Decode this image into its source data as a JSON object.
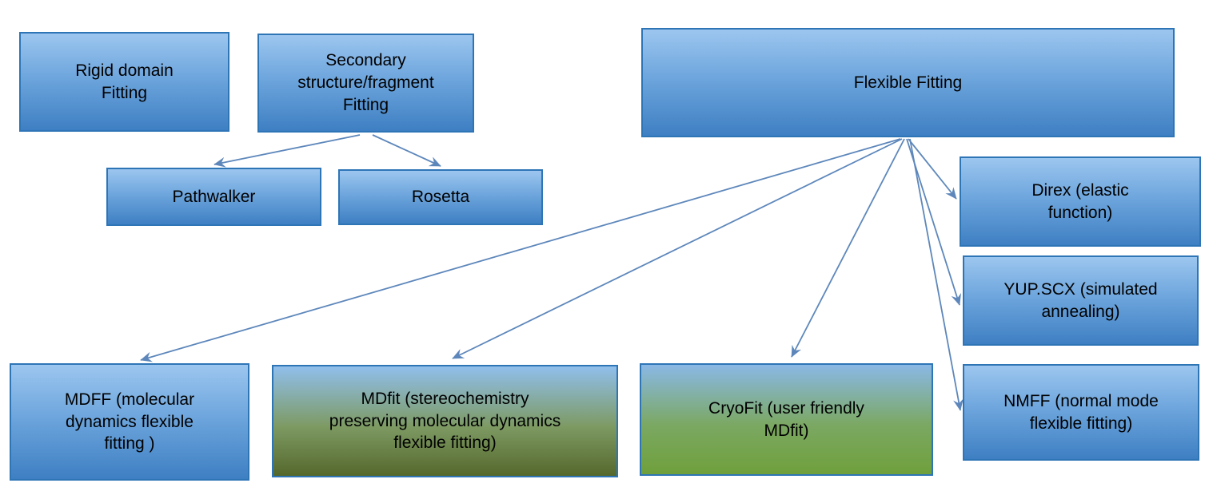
{
  "diagram": {
    "colors": {
      "box_border": "#2e75b6",
      "box_fill_top": "#9cc6ef",
      "box_fill_bottom": "#3e7fc3",
      "green_fill_bottom": "#6fa03c",
      "olive_fill_bottom": "#55682c",
      "arrow": "#5d87bb",
      "text": "#000000"
    },
    "nodes": {
      "rigid": {
        "label": "Rigid domain\nFitting"
      },
      "secondary": {
        "label": "Secondary\nstructure/fragment\nFitting"
      },
      "flexible": {
        "label": "Flexible Fitting"
      },
      "pathwalker": {
        "label": "Pathwalker"
      },
      "rosetta": {
        "label": "Rosetta"
      },
      "direx": {
        "label": "Direx (elastic\nfunction)"
      },
      "yupscx": {
        "label": "YUP.SCX (simulated\nannealing)"
      },
      "nmff": {
        "label": "NMFF (normal mode\nflexible fitting)"
      },
      "mdff": {
        "label": "MDFF (molecular\ndynamics flexible\nfitting )"
      },
      "mdfit": {
        "label": "MDfit (stereochemistry\npreserving molecular dynamics\nflexible fitting)"
      },
      "cryofit": {
        "label": "CryoFit (user friendly\nMDfit)"
      }
    },
    "edges": [
      {
        "from": "secondary",
        "to": "pathwalker"
      },
      {
        "from": "secondary",
        "to": "rosetta"
      },
      {
        "from": "flexible",
        "to": "mdff"
      },
      {
        "from": "flexible",
        "to": "mdfit"
      },
      {
        "from": "flexible",
        "to": "cryofit"
      },
      {
        "from": "flexible",
        "to": "direx"
      },
      {
        "from": "flexible",
        "to": "yupscx"
      },
      {
        "from": "flexible",
        "to": "nmff"
      }
    ]
  }
}
